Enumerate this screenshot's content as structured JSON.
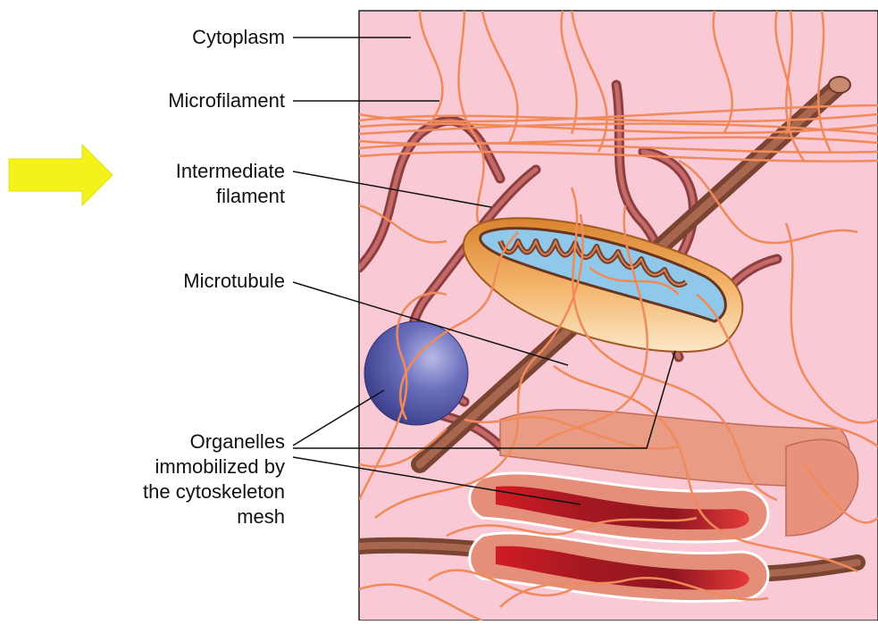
{
  "labels": {
    "cytoplasm": "Cytoplasm",
    "microfilament": "Microfilament",
    "intermediate_filament": [
      "Intermediate",
      "filament"
    ],
    "microtubule": "Microtubule",
    "organelles": [
      "Organelles",
      "immobilized by",
      "the cytoskeleton",
      "mesh"
    ]
  },
  "colors": {
    "cytoplasm": "#f9c9d6",
    "microfilament": "#f08a5a",
    "intermediate_filament": "#a95553",
    "microtubule": "#8a5040",
    "mitochondrion_outer": "#e9a45a",
    "mitochondrion_inner": "#8fc8e8",
    "vesicle": "#6a6fb8",
    "golgi": "#e58f7a",
    "golgi_lumen": "#c8202c",
    "arrow": "#f4f21a"
  },
  "icons": {
    "pointer": "yellow-arrow-icon"
  }
}
